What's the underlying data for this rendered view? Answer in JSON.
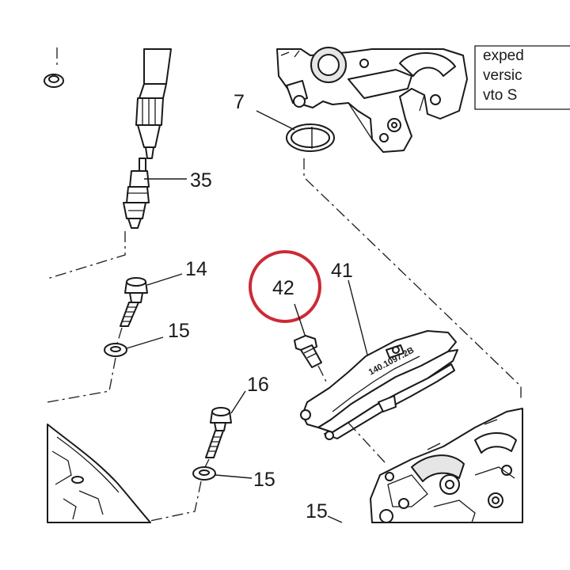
{
  "callouts": {
    "c7": "7",
    "c35": "35",
    "c14": "14",
    "c15a": "15",
    "c16": "16",
    "c15b": "15",
    "c42": "42",
    "c41": "41",
    "c15c": "15"
  },
  "note": {
    "line1": "exped",
    "line2": "versic",
    "line3": "vto S"
  },
  "part_stamp": "140.1097.2B",
  "highlight_color": "#cc2a36"
}
